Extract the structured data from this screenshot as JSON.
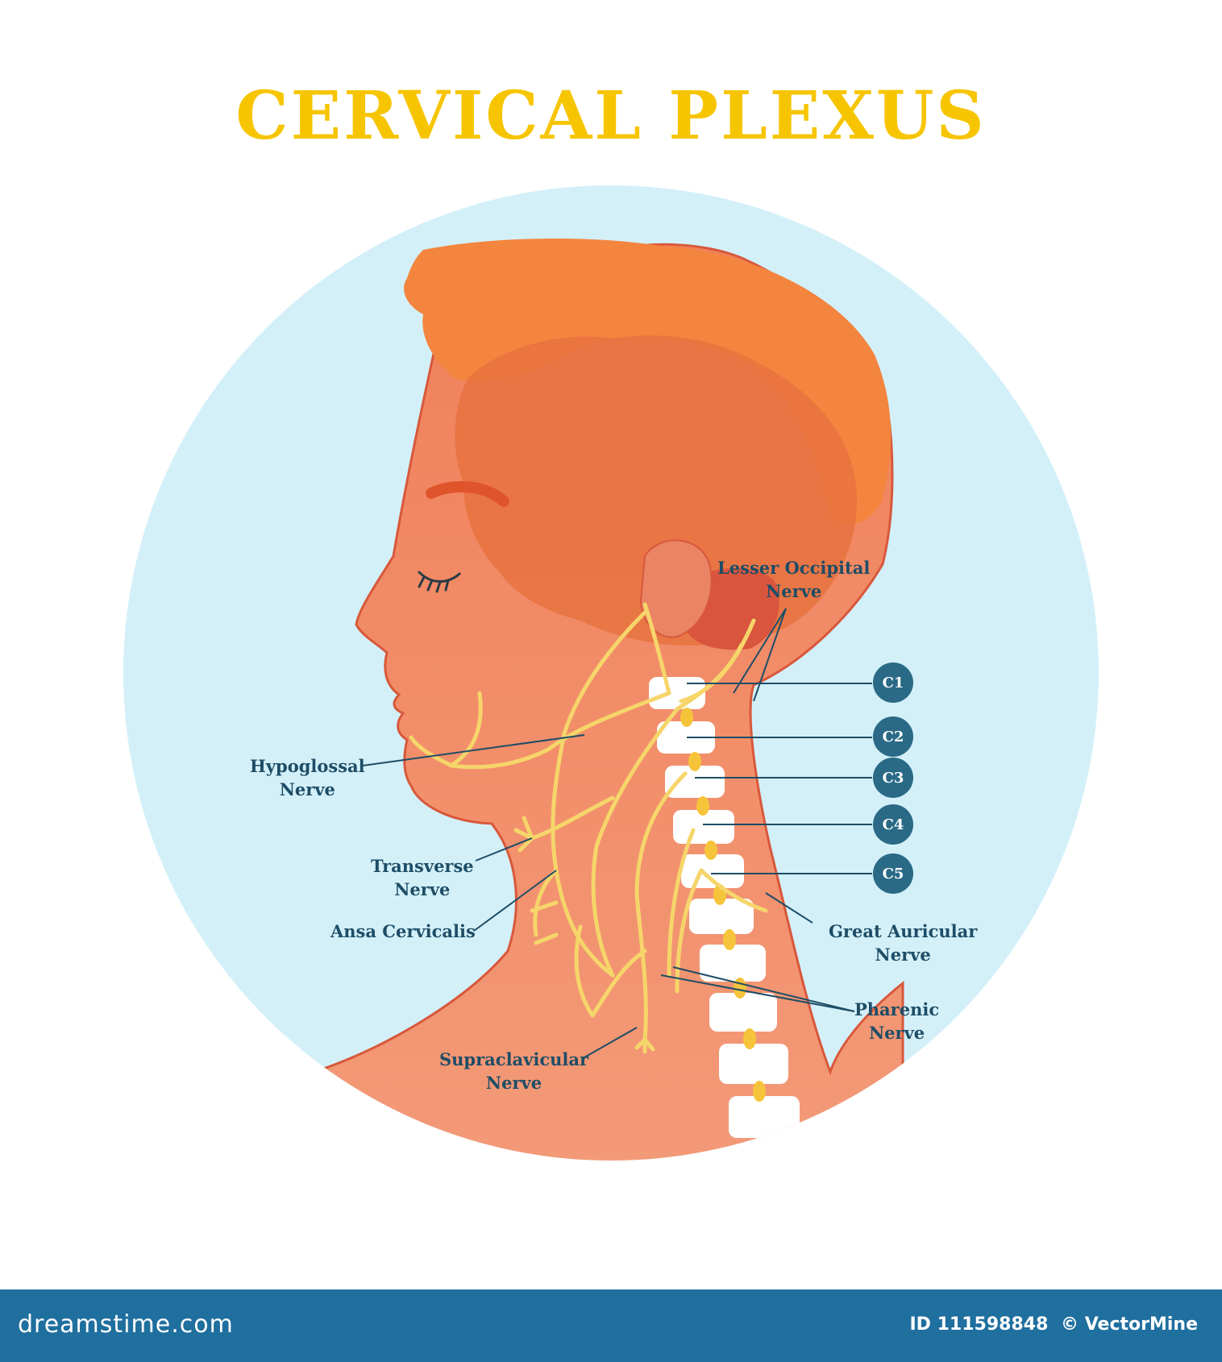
{
  "title": "CERVICAL PLEXUS",
  "labels": {
    "lesser_occipital": [
      "Lesser Occipital",
      "Nerve"
    ],
    "hypoglossal": [
      "Hypoglossal",
      "Nerve"
    ],
    "transverse": [
      "Transverse",
      "Nerve"
    ],
    "ansa_cervicalis": [
      "Ansa Cervicalis"
    ],
    "supraclavicular": [
      "Supraclavicular",
      "Nerve"
    ],
    "great_auricular": [
      "Great Auricular",
      "Nerve"
    ],
    "phrenic": [
      "Pharenic",
      "Nerve"
    ]
  },
  "vertebrae_levels": [
    "C1",
    "C2",
    "C3",
    "C4",
    "C5"
  ],
  "footer": {
    "brand": "dreamstime.com",
    "id_text": "ID 111598848",
    "author": "© VectorMine"
  },
  "colors": {
    "title": "#f6c500",
    "background_circle": "#d3f0f9",
    "skin": "#f3936e",
    "brain": "#e8723f",
    "nerve": "#f6d56a",
    "label_text": "#1e4d66",
    "badge": "#2a6a86",
    "footer_bar": "#1f6f9f"
  }
}
